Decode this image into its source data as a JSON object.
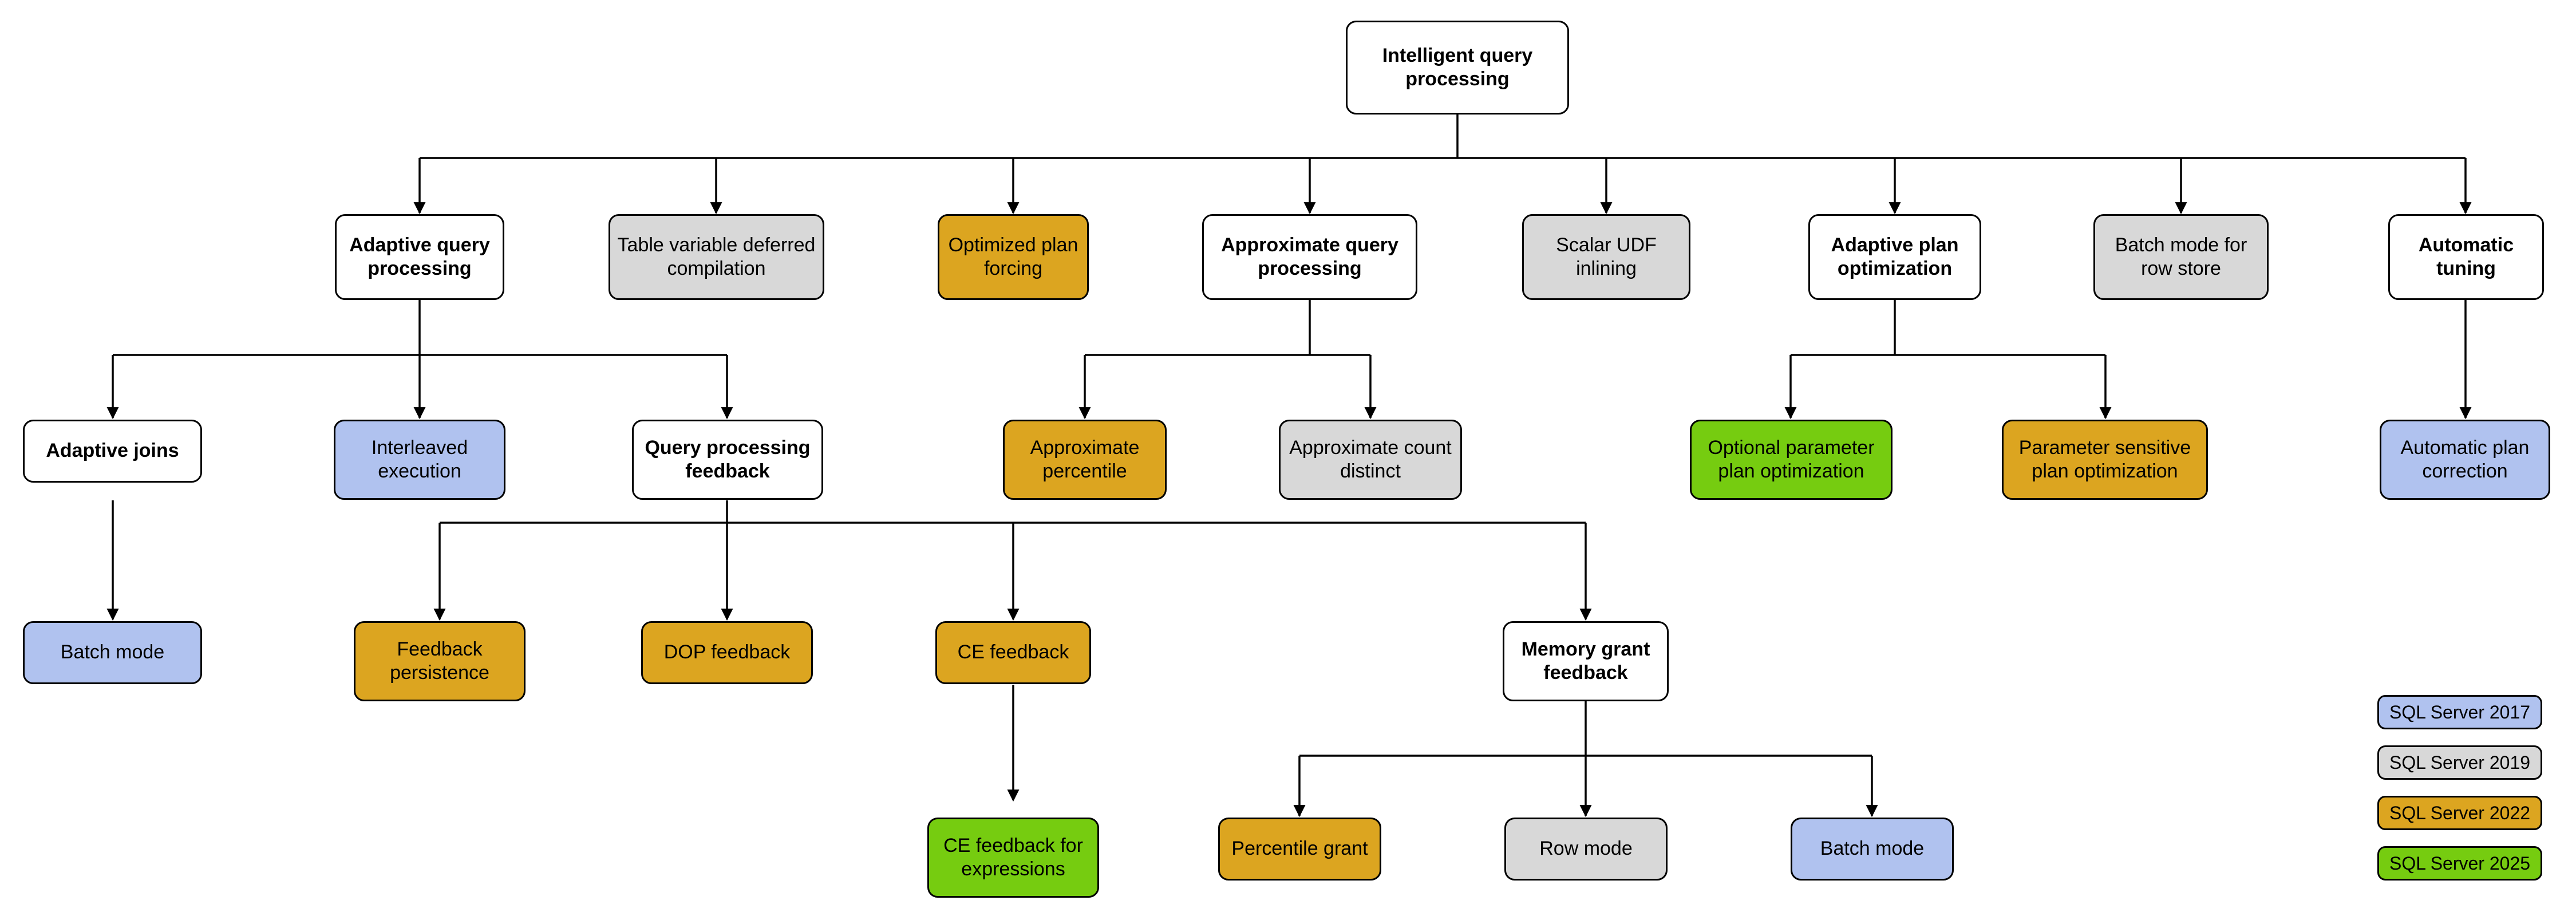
{
  "diagram": {
    "title": "Intelligent query processing",
    "colors": {
      "sql2017": "#b0c2ef",
      "sql2019": "#d8d8d8",
      "sql2022": "#dca520",
      "sql2025": "#76cc10",
      "plain": "#ffffff",
      "stroke": "#000000"
    },
    "nodes": {
      "root": {
        "label": "Intelligent query processing"
      },
      "adaptive_query_processing": {
        "label": "Adaptive query processing"
      },
      "table_variable_deferred_compilation": {
        "label": "Table variable deferred compilation"
      },
      "optimized_plan_forcing": {
        "label": "Optimized plan forcing"
      },
      "approximate_query_processing": {
        "label": "Approximate query processing"
      },
      "scalar_udf_inlining": {
        "label": "Scalar UDF inlining"
      },
      "adaptive_plan_optimization": {
        "label": "Adaptive plan optimization"
      },
      "batch_mode_for_row_store": {
        "label": "Batch mode for row store"
      },
      "automatic_tuning": {
        "label": "Automatic tuning"
      },
      "adaptive_joins": {
        "label": "Adaptive joins"
      },
      "interleaved_execution": {
        "label": "Interleaved execution"
      },
      "query_processing_feedback": {
        "label": "Query processing feedback"
      },
      "approximate_percentile": {
        "label": "Approximate percentile"
      },
      "approximate_count_distinct": {
        "label": "Approximate count distinct"
      },
      "optional_parameter_plan_optimization": {
        "label": "Optional parameter plan optimization"
      },
      "parameter_sensitive_plan_optimization": {
        "label": "Parameter sensitive plan optimization"
      },
      "automatic_plan_correction": {
        "label": "Automatic plan correction"
      },
      "batch_mode_adaptive_joins": {
        "label": "Batch mode"
      },
      "feedback_persistence": {
        "label": "Feedback persistence"
      },
      "dop_feedback": {
        "label": "DOP feedback"
      },
      "ce_feedback": {
        "label": "CE feedback"
      },
      "memory_grant_feedback": {
        "label": "Memory grant feedback"
      },
      "ce_feedback_for_expressions": {
        "label": "CE feedback for expressions"
      },
      "percentile_grant": {
        "label": "Percentile grant"
      },
      "row_mode": {
        "label": "Row mode"
      },
      "batch_mode_memory_grant": {
        "label": "Batch mode"
      }
    },
    "legend": {
      "items": [
        {
          "label": "SQL Server 2017",
          "color": "#b0c2ef"
        },
        {
          "label": "SQL Server 2019",
          "color": "#d8d8d8"
        },
        {
          "label": "SQL Server 2022",
          "color": "#dca520"
        },
        {
          "label": "SQL Server 2025",
          "color": "#76cc10"
        }
      ]
    }
  }
}
